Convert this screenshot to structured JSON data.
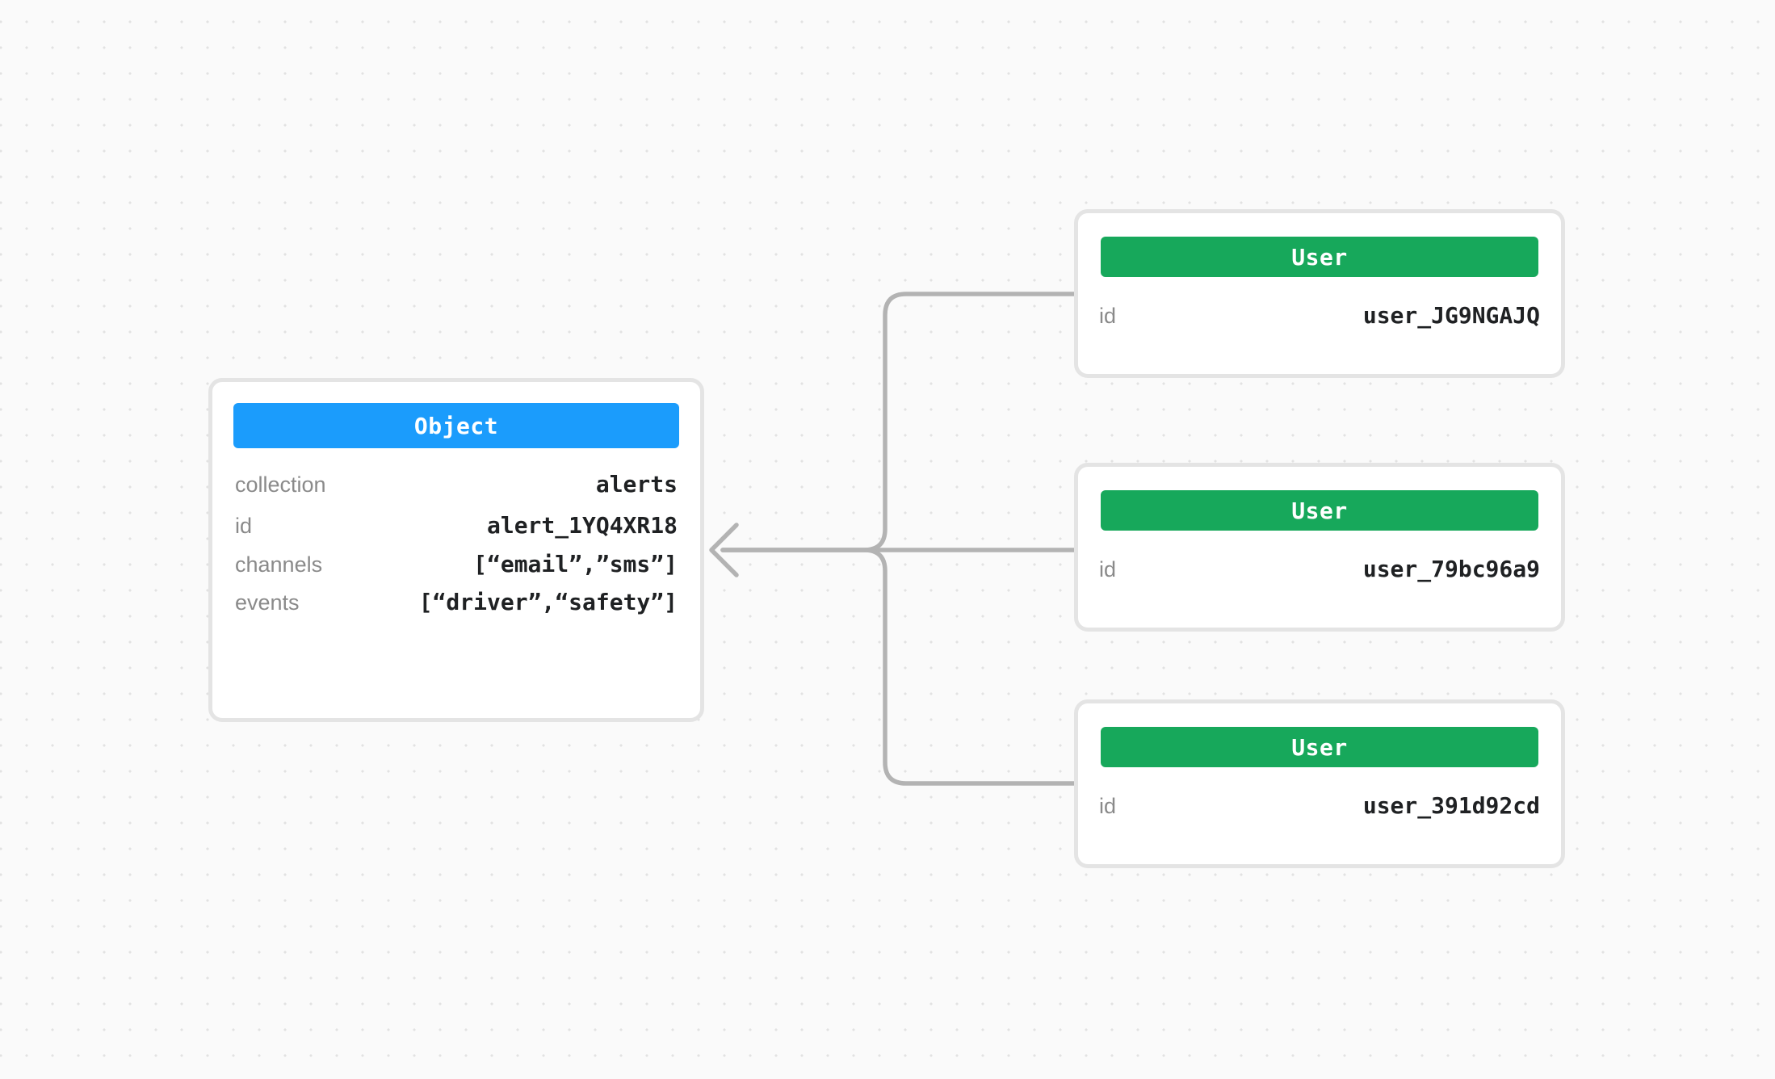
{
  "canvas": {
    "background_color": "#fafafa",
    "dot_color": "#e2e2e2"
  },
  "diagram": {
    "type": "entity-relationship-graph",
    "accent_colors": {
      "object_header": "#1b9cfc",
      "user_header": "#17a85b",
      "card_border": "#e4e4e4",
      "edge": "#b3b3b3"
    },
    "object_node": {
      "header_label": "Object",
      "field_groups": [
        {
          "rows": [
            {
              "key": "collection",
              "value": "alerts"
            }
          ]
        },
        {
          "rows": [
            {
              "key": "id",
              "value": "alert_1YQ4XR18"
            },
            {
              "key": "channels",
              "value": "[“email”,”sms”]"
            },
            {
              "key": "events",
              "value": "[“driver”,“safety”]"
            }
          ]
        }
      ]
    },
    "user_nodes": [
      {
        "header_label": "User",
        "rows": [
          {
            "key": "id",
            "value": "user_JG9NGAJQ"
          }
        ]
      },
      {
        "header_label": "User",
        "rows": [
          {
            "key": "id",
            "value": "user_79bc96a9"
          }
        ]
      },
      {
        "header_label": "User",
        "rows": [
          {
            "key": "id",
            "value": "user_391d92cd"
          }
        ]
      }
    ],
    "edges": [
      {
        "from": "user-0",
        "to": "object",
        "direction": "left"
      },
      {
        "from": "user-1",
        "to": "object",
        "direction": "left"
      },
      {
        "from": "user-2",
        "to": "object",
        "direction": "left"
      }
    ]
  }
}
